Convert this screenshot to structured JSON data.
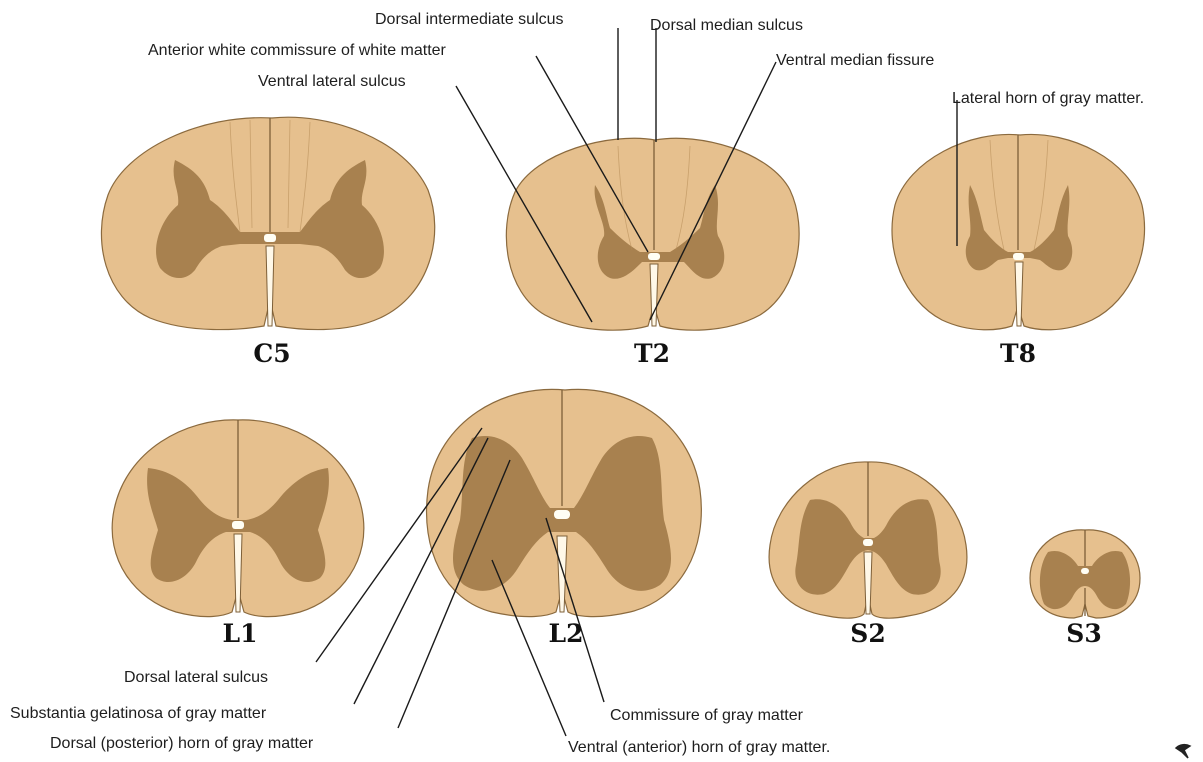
{
  "colors": {
    "white_matter": "#e6c08e",
    "gray_matter": "#a8814f",
    "outline": "#8b6a3e",
    "canal": "#fffef4",
    "background": "#ffffff",
    "text": "#1e1e1e"
  },
  "segments": {
    "c5": "C5",
    "t2": "T2",
    "t8": "T8",
    "l1": "L1",
    "l2": "L2",
    "s2": "S2",
    "s3": "S3"
  },
  "labels": {
    "dorsal_intermediate_sulcus": "Dorsal intermediate sulcus",
    "dorsal_median_sulcus": "Dorsal median sulcus",
    "anterior_white_commissure": "Anterior white commissure of white matter",
    "ventral_median_fissure": "Ventral median fissure",
    "ventral_lateral_sulcus": "Ventral lateral sulcus",
    "lateral_horn": "Lateral horn of gray matter.",
    "dorsal_lateral_sulcus": "Dorsal lateral sulcus",
    "substantia_gelatinosa": "Substantia gelatinosa of gray matter",
    "dorsal_horn": "Dorsal (posterior) horn of gray matter",
    "commissure_gray": "Commissure of gray matter",
    "ventral_horn": "Ventral (anterior) horn of gray matter."
  },
  "watermark_icon": "signature-mark"
}
